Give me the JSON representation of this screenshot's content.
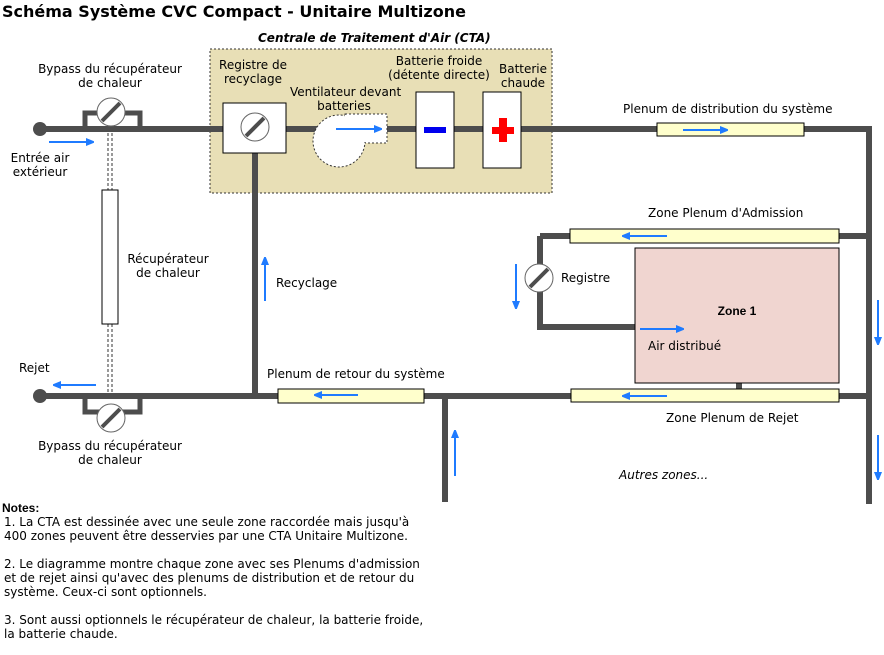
{
  "title": "Schéma Système CVC Compact - Unitaire Multizone",
  "cta": {
    "title": "Centrale de Traitement d'Air (CTA)",
    "recirc_damper_label_1": "Registre de",
    "recirc_damper_label_2": "recyclage",
    "fan_label_1": "Ventilateur devant",
    "fan_label_2": "batteries",
    "cooling_coil_label_1": "Batterie froide",
    "cooling_coil_label_2": "(détente directe)",
    "heating_coil_label_1": "Batterie",
    "heating_coil_label_2": "chaude"
  },
  "labels": {
    "bypass_top_1": "Bypass du récupérateur",
    "bypass_top_2": "de chaleur",
    "outdoor_air_1": "Entrée air",
    "outdoor_air_2": "extérieur",
    "heat_recovery_1": "Récupérateur",
    "heat_recovery_2": "de chaleur",
    "recirculation": "Recyclage",
    "exhaust": "Rejet",
    "bypass_bottom_1": "Bypass du récupérateur",
    "bypass_bottom_2": "de chaleur",
    "supply_plenum": "Plenum de distribution du système",
    "return_plenum": "Plenum de retour du système",
    "zone_supply_plenum": "Zone Plenum d'Admission",
    "zone_return_plenum": "Zone Plenum de Rejet",
    "zone_damper": "Registre",
    "zone_name": "Zone 1",
    "supply_air": "Air distribué",
    "other_zones": "Autres zones..."
  },
  "notes": {
    "title": "Notes:",
    "items": [
      "1. La CTA est dessinée avec une seule zone raccordée mais jusqu'à\n400 zones peuvent être desservies par une CTA Unitaire Multizone.",
      "2. Le diagramme montre chaque zone avec ses Plenums d'admission\net de rejet ainsi qu'avec des plenums de distribution et de retour du\nsystème. Ceux-ci sont optionnels.",
      "3. Sont aussi optionnels le récupérateur de chaleur, la batterie froide,\nla batterie chaude."
    ]
  },
  "colors": {
    "duct": "#4d4d4d",
    "arrow": "#1f7bff",
    "cta_bg": "#e8dfb6",
    "plenum_fill": "#ffffcc",
    "zone_fill": "#f0d5d0",
    "cooling": "#0000ee",
    "heating": "#ff0000"
  }
}
